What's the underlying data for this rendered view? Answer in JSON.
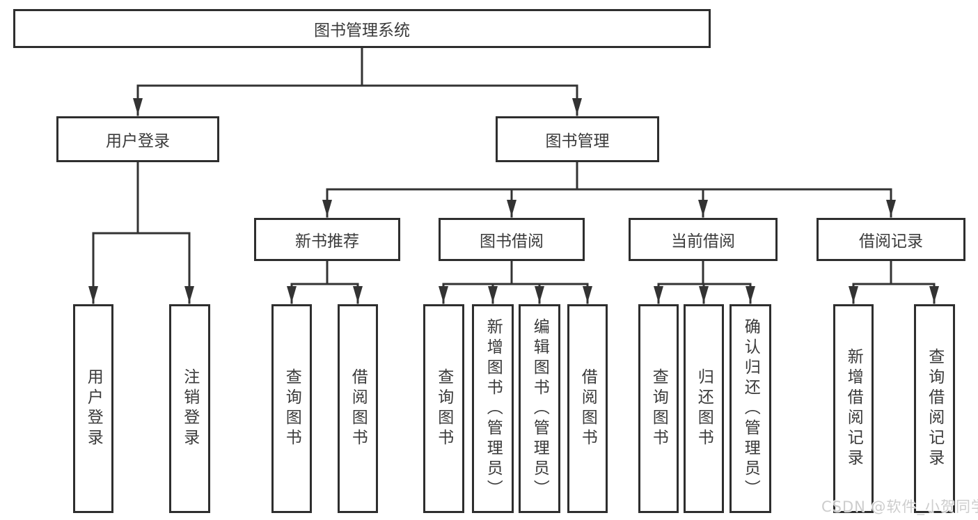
{
  "colors": {
    "line": "#333333",
    "box_border": "#2e2e2e",
    "text": "#3a3a3a",
    "background": "#ffffff",
    "watermark": "#c9c9c9"
  },
  "diagram": {
    "root": {
      "label": "图书管理系统"
    },
    "level2": [
      {
        "label": "用户登录",
        "children": [
          {
            "label": "用户登录"
          },
          {
            "label": "注销登录"
          }
        ]
      },
      {
        "label": "图书管理",
        "children": [
          {
            "label": "新书推荐",
            "children": [
              {
                "label": "查询图书"
              },
              {
                "label": "借阅图书"
              }
            ]
          },
          {
            "label": "图书借阅",
            "children": [
              {
                "label": "查询图书"
              },
              {
                "label": "新增图书（管理员）"
              },
              {
                "label": "编辑图书（管理员）"
              },
              {
                "label": "借阅图书"
              }
            ]
          },
          {
            "label": "当前借阅",
            "children": [
              {
                "label": "查询图书"
              },
              {
                "label": "归还图书"
              },
              {
                "label": "确认归还（管理员）"
              }
            ]
          },
          {
            "label": "借阅记录",
            "children": [
              {
                "label": "新增借阅记录"
              },
              {
                "label": "查询借阅记录"
              }
            ]
          }
        ]
      }
    ]
  },
  "watermark": {
    "text": "CSDN @软件_小贺同学"
  }
}
